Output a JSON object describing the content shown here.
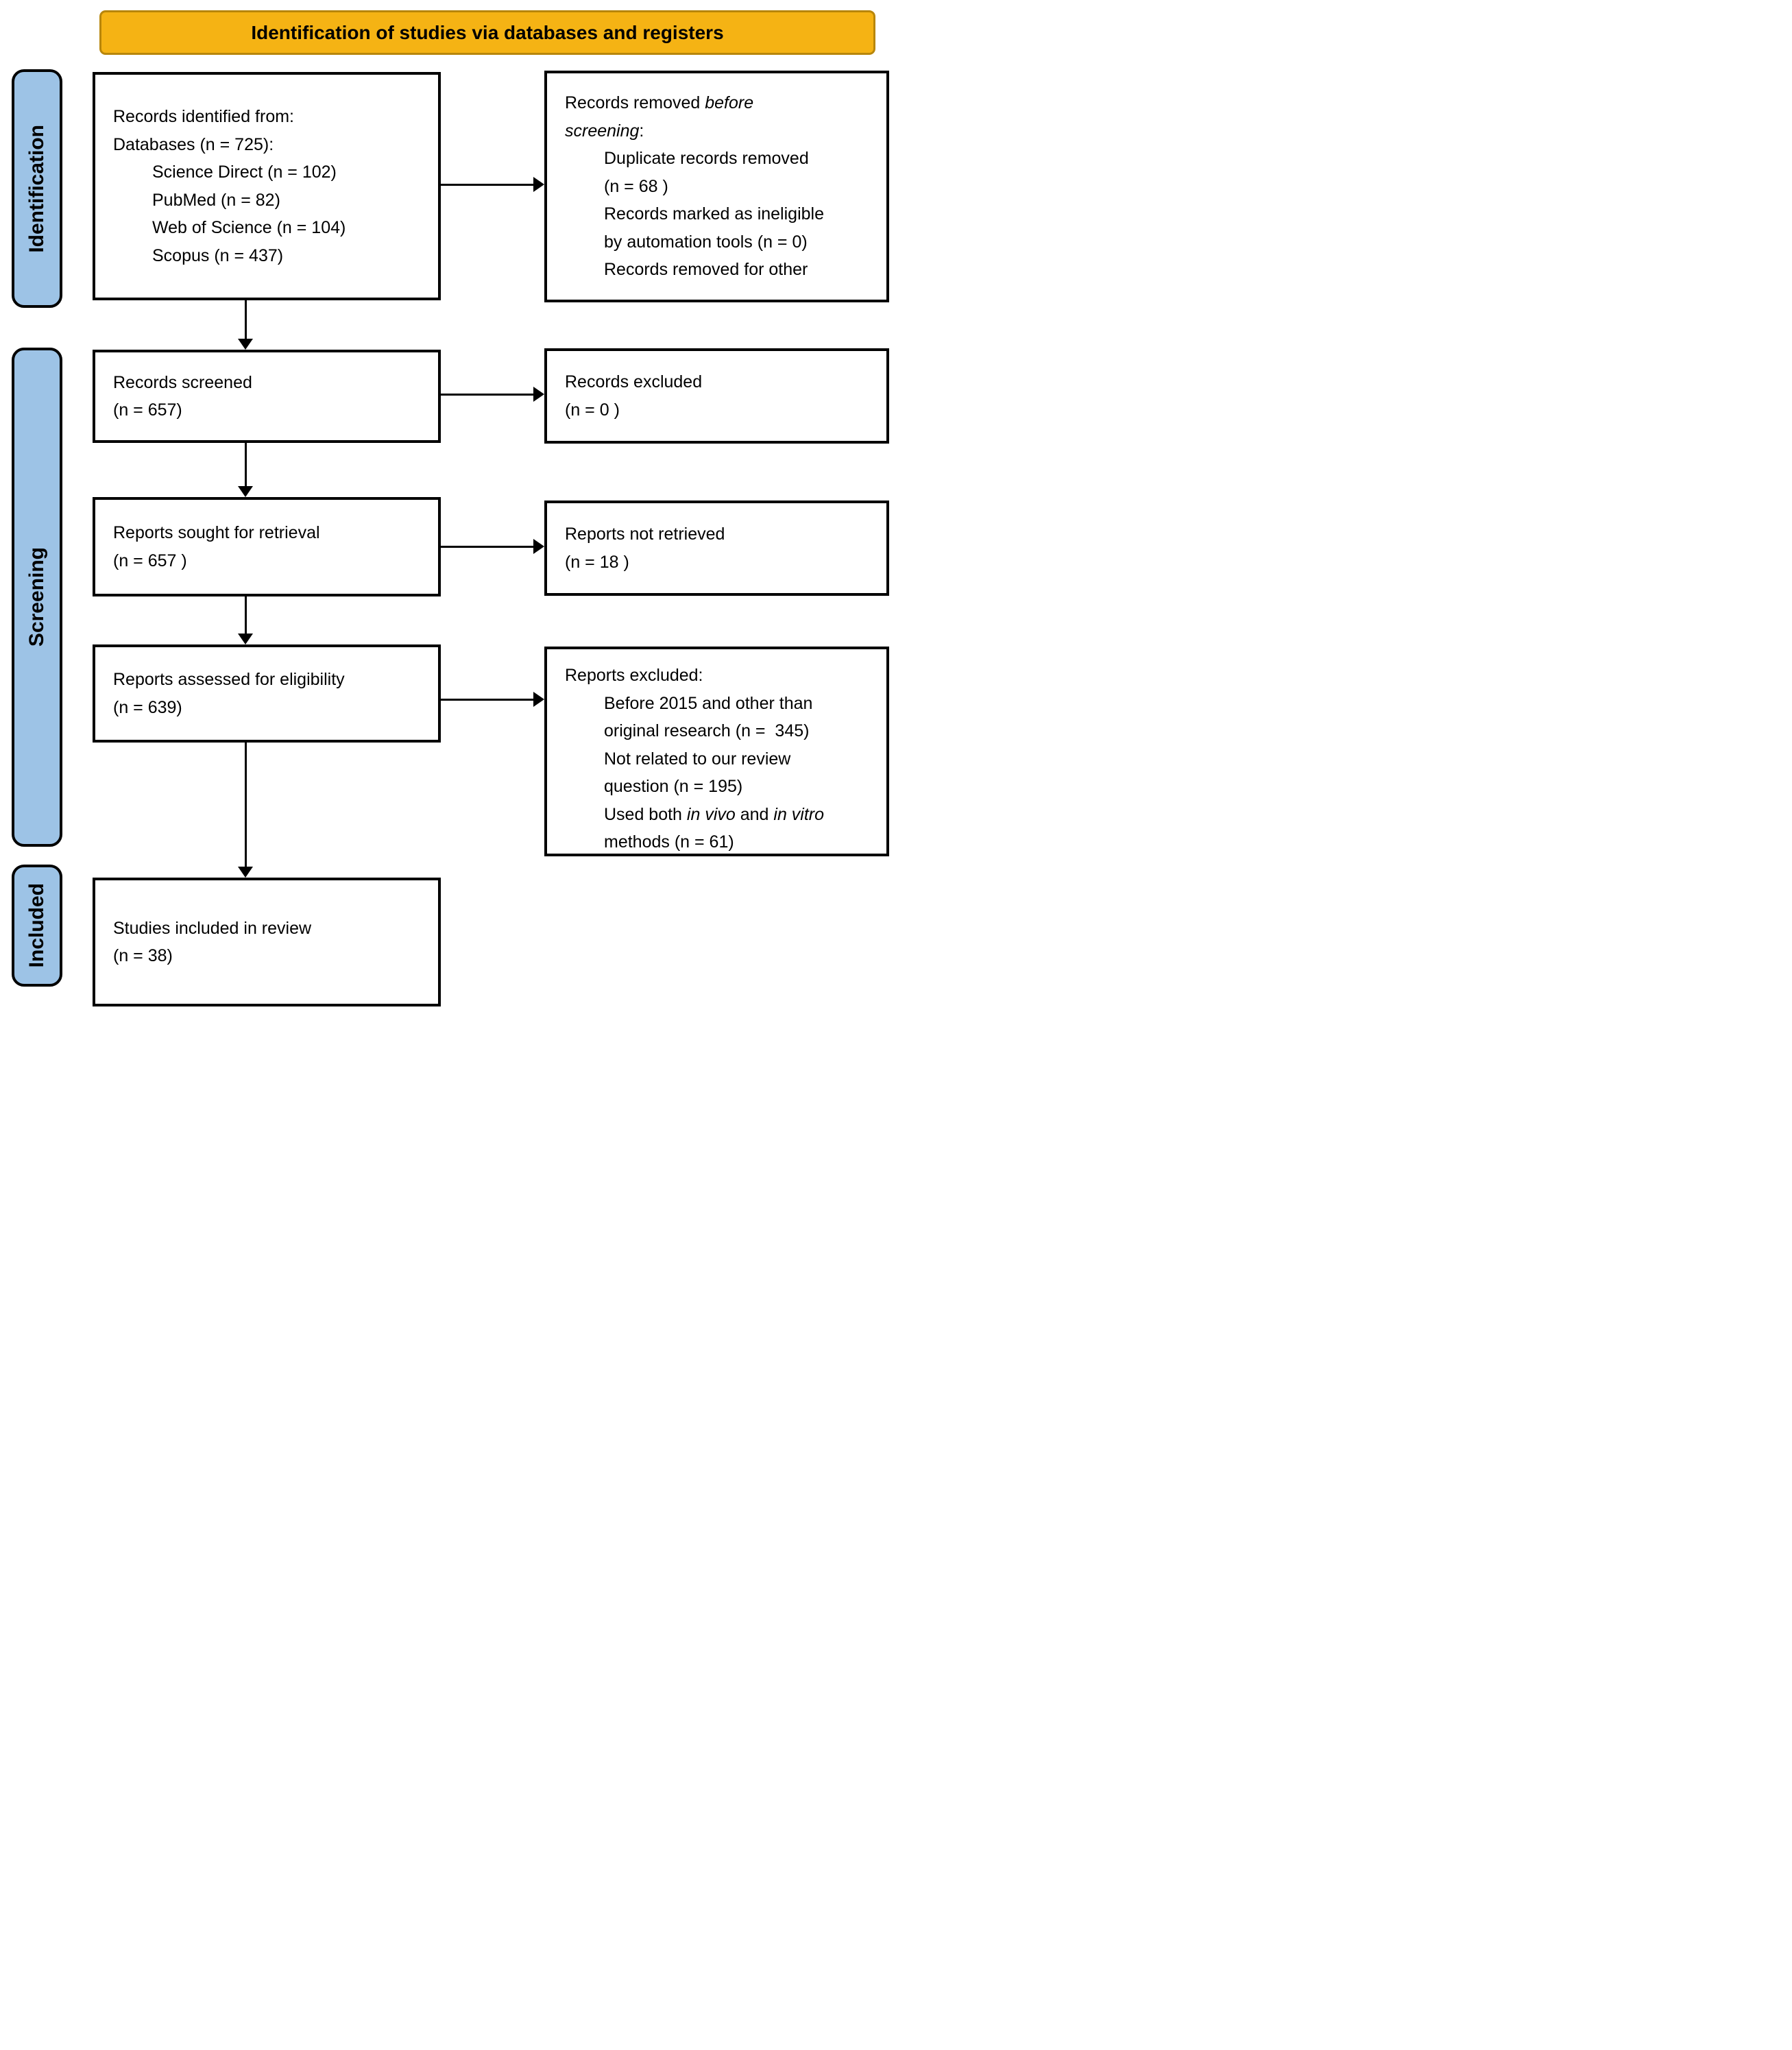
{
  "banner": {
    "title": "Identification of studies via databases and registers"
  },
  "colors": {
    "banner_fill": "#F5B314",
    "banner_border": "#B8860B",
    "stage_fill": "#9DC3E6",
    "line_color": "#000000"
  },
  "stages": [
    {
      "label": "Identification"
    },
    {
      "label": "Screening"
    },
    {
      "label": "Included"
    }
  ],
  "boxes": {
    "records_identified": {
      "lines": [
        {
          "indent": 0,
          "segs": [
            {
              "t": "Records identified from:"
            }
          ]
        },
        {
          "indent": 0,
          "segs": [
            {
              "t": "Databases (n = 725):"
            }
          ]
        },
        {
          "indent": 1,
          "segs": [
            {
              "t": "Science Direct (n = 102)"
            }
          ]
        },
        {
          "indent": 1,
          "segs": [
            {
              "t": "PubMed (n = 82)"
            }
          ]
        },
        {
          "indent": 1,
          "segs": [
            {
              "t": "Web of Science (n = 104)"
            }
          ]
        },
        {
          "indent": 1,
          "segs": [
            {
              "t": "Scopus (n = 437)"
            }
          ]
        }
      ]
    },
    "records_removed": {
      "lines": [
        {
          "indent": 0,
          "segs": [
            {
              "t": "Records removed "
            },
            {
              "t": "before",
              "i": true
            }
          ]
        },
        {
          "indent": 0,
          "segs": [
            {
              "t": "screening",
              "i": true
            },
            {
              "t": ":"
            }
          ]
        },
        {
          "indent": 1,
          "segs": [
            {
              "t": "Duplicate records removed"
            }
          ]
        },
        {
          "indent": 1,
          "segs": [
            {
              "t": "(n = 68 )"
            }
          ]
        },
        {
          "indent": 1,
          "segs": [
            {
              "t": "Records marked as ineligible"
            }
          ]
        },
        {
          "indent": 1,
          "segs": [
            {
              "t": "by automation tools (n = 0)"
            }
          ]
        },
        {
          "indent": 1,
          "segs": [
            {
              "t": "Records removed for other"
            }
          ]
        }
      ]
    },
    "records_screened": {
      "lines": [
        {
          "indent": 0,
          "segs": [
            {
              "t": "Records screened"
            }
          ]
        },
        {
          "indent": 0,
          "segs": [
            {
              "t": "(n = 657)"
            }
          ]
        }
      ]
    },
    "records_excluded": {
      "lines": [
        {
          "indent": 0,
          "segs": [
            {
              "t": "Records excluded"
            }
          ]
        },
        {
          "indent": 0,
          "segs": [
            {
              "t": "(n = 0 )"
            }
          ]
        }
      ]
    },
    "reports_sought": {
      "lines": [
        {
          "indent": 0,
          "segs": [
            {
              "t": "Reports sought for retrieval"
            }
          ]
        },
        {
          "indent": 0,
          "segs": [
            {
              "t": "(n = 657 )"
            }
          ]
        }
      ]
    },
    "reports_not_retrieved": {
      "lines": [
        {
          "indent": 0,
          "segs": [
            {
              "t": "Reports not retrieved"
            }
          ]
        },
        {
          "indent": 0,
          "segs": [
            {
              "t": "(n = 18 )"
            }
          ]
        }
      ]
    },
    "reports_assessed": {
      "lines": [
        {
          "indent": 0,
          "segs": [
            {
              "t": "Reports assessed for eligibility"
            }
          ]
        },
        {
          "indent": 0,
          "segs": [
            {
              "t": "(n = 639)"
            }
          ]
        }
      ]
    },
    "reports_excluded": {
      "lines": [
        {
          "indent": 0,
          "segs": [
            {
              "t": "Reports excluded:"
            }
          ]
        },
        {
          "indent": 1,
          "segs": [
            {
              "t": "Before 2015 and other than"
            }
          ]
        },
        {
          "indent": 1,
          "segs": [
            {
              "t": "original research (n =  345)"
            }
          ]
        },
        {
          "indent": 1,
          "segs": [
            {
              "t": "Not related to our review"
            }
          ]
        },
        {
          "indent": 1,
          "segs": [
            {
              "t": "question (n = 195)"
            }
          ]
        },
        {
          "indent": 1,
          "segs": [
            {
              "t": "Used both "
            },
            {
              "t": "in vivo",
              "i": true
            },
            {
              "t": " and "
            },
            {
              "t": "in vitro",
              "i": true
            }
          ]
        },
        {
          "indent": 1,
          "segs": [
            {
              "t": "methods (n = 61)"
            }
          ]
        }
      ]
    },
    "studies_included": {
      "lines": [
        {
          "indent": 0,
          "segs": [
            {
              "t": "Studies included in review"
            }
          ]
        },
        {
          "indent": 0,
          "segs": [
            {
              "t": "(n = 38)"
            }
          ]
        }
      ]
    }
  }
}
